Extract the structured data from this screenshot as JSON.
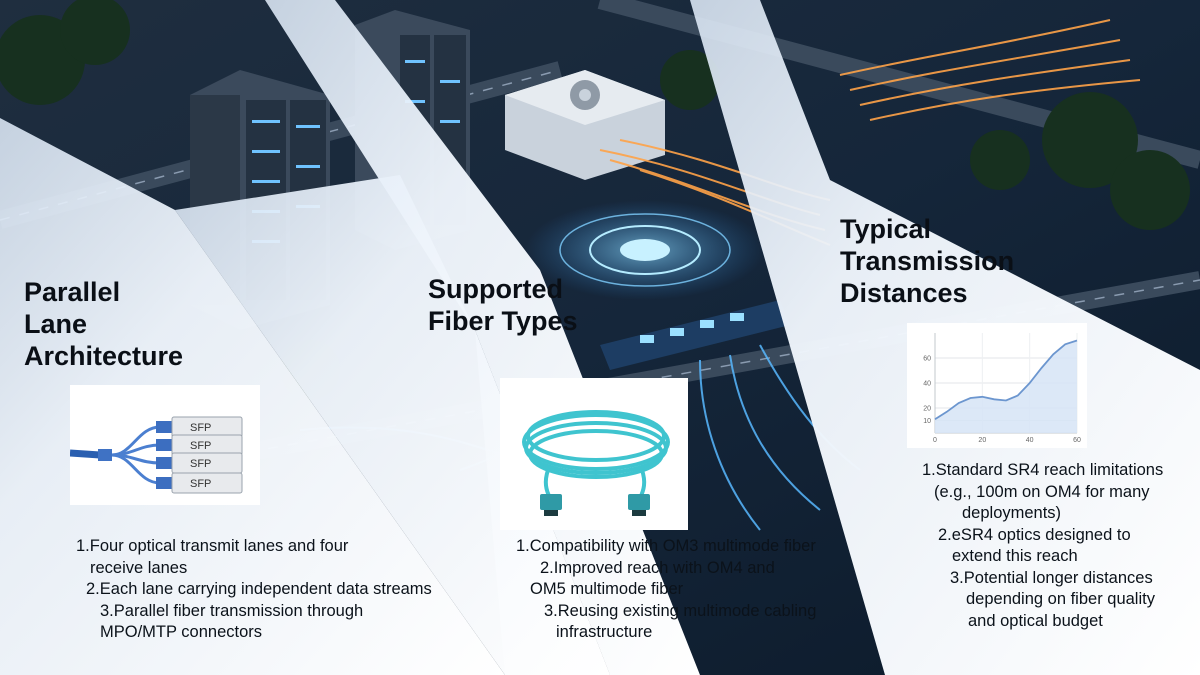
{
  "panels": [
    {
      "heading_lines": [
        "Parallel",
        "Lane",
        "Architecture"
      ],
      "items": [
        [
          "1.Four optical transmit lanes and four",
          "receive lanes"
        ],
        [
          "2.Each lane carrying independent data streams"
        ],
        [
          "3.Parallel fiber transmission through",
          "MPO/MTP connectors"
        ]
      ],
      "illustration": {
        "icon": "sfp-breakout-cable-icon",
        "modules": [
          "SFP",
          "SFP",
          "SFP",
          "SFP"
        ]
      }
    },
    {
      "heading_lines": [
        "Supported",
        "Fiber Types"
      ],
      "items": [
        [
          "1.Compatibility with OM3 multimode fiber"
        ],
        [
          "2.Improved reach with OM4 and",
          "OM5 multimode fiber"
        ],
        [
          "3.Reusing existing multimode cabling",
          "infrastructure"
        ]
      ],
      "illustration": {
        "icon": "mpo-fiber-patch-cord-icon"
      }
    },
    {
      "heading_lines": [
        "Typical",
        "Transmission",
        "Distances"
      ],
      "items": [
        [
          "1.Standard SR4 reach limitations",
          "(e.g., 100m on OM4 for many",
          "deployments)"
        ],
        [
          "2.eSR4 optics designed to",
          "extend this reach"
        ],
        [
          "3.Potential longer distances",
          "depending on fiber quality",
          "and optical budget"
        ]
      ]
    }
  ],
  "chart_data": {
    "type": "area",
    "x": [
      0,
      5,
      10,
      15,
      20,
      25,
      30,
      35,
      40,
      45,
      50,
      55,
      60
    ],
    "series": [
      {
        "values": [
          11,
          17,
          24,
          28,
          29,
          27,
          26,
          30,
          40,
          52,
          63,
          71,
          74
        ]
      }
    ],
    "xticks": [
      0,
      20,
      40,
      60
    ],
    "yticks": [
      10,
      20,
      40,
      60
    ],
    "xlim": [
      0,
      60
    ],
    "ylim": [
      0,
      80
    ],
    "grid": true,
    "title": "",
    "xlabel": "",
    "ylabel": ""
  },
  "colors": {
    "panel_glass": "#e9f1fb",
    "fiber_cyan": "#3fc4cf",
    "light_orange": "#ffa348",
    "light_blue": "#58b8ff",
    "line_blue": "#6c96cf"
  }
}
